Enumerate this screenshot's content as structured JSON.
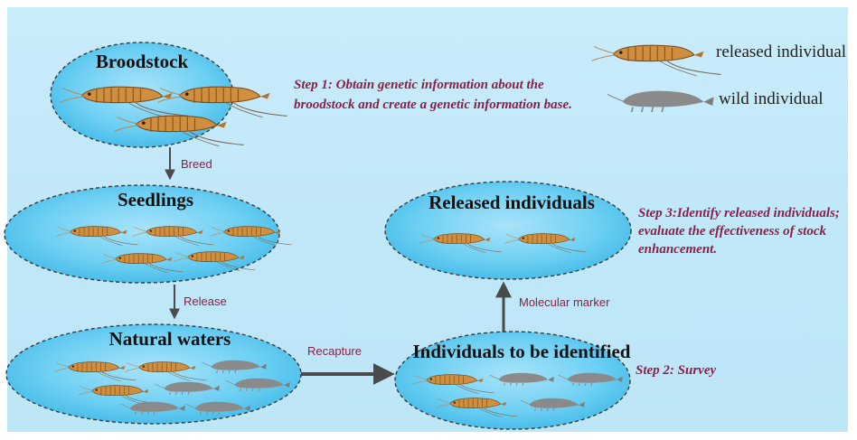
{
  "legend": {
    "released_label": "released individual",
    "wild_label": "wild individual"
  },
  "nodes": {
    "broodstock": "Broodstock",
    "seedlings": "Seedlings",
    "natural_waters": "Natural waters",
    "to_identify": "Individuals to be identified",
    "released": "Released individuals"
  },
  "arrows": {
    "breed": "Breed",
    "release": "Release",
    "recapture": "Recapture",
    "marker": "Molecular marker"
  },
  "steps": {
    "step1_line1": "Step 1: Obtain genetic information about the",
    "step1_line2": "broodstock and create a genetic information base.",
    "step2": "Step 2: Survey",
    "step3_line1": "Step 3:Identify released individuals;",
    "step3_line2": "evaluate the effectiveness of stock",
    "step3_line3": "enhancement."
  },
  "colors": {
    "background": "#c3e9f9",
    "ellipse_fill": "#4fc4ee",
    "ellipse_stroke": "#3a3a3a",
    "step_text": "#8a1f4a",
    "arrow": "#4a4a4a",
    "shrimp_released": "#c98a3a",
    "shrimp_wild": "#8a8a8a"
  }
}
